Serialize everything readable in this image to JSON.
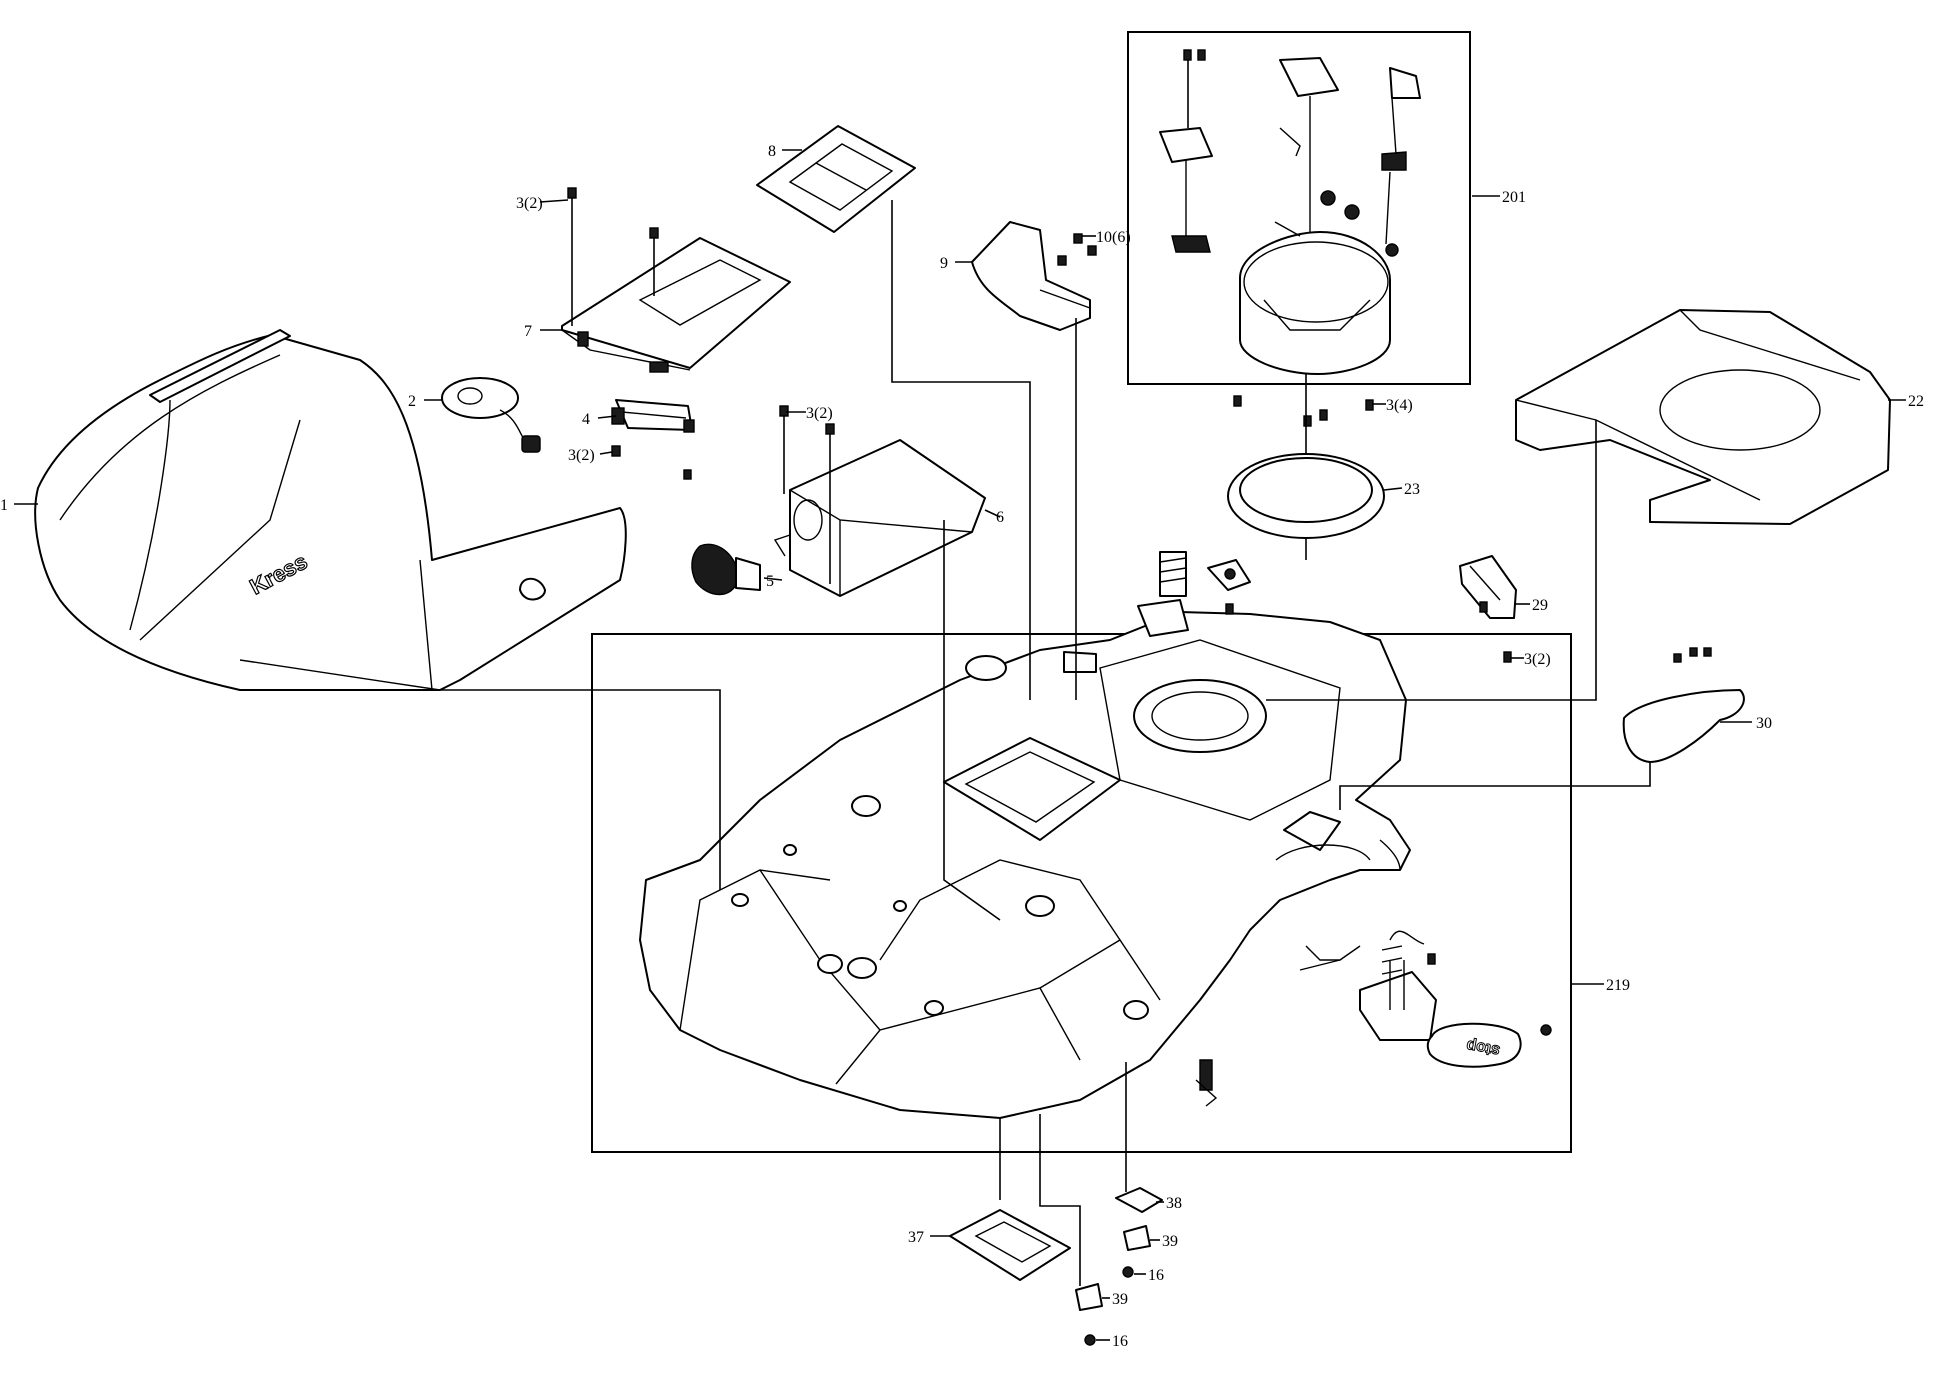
{
  "diagram": {
    "brand_logo": "Kress",
    "button_logo": "stop",
    "callouts": {
      "p1": "1",
      "p2": "2",
      "p3_a": "3(2)",
      "p3_b": "3(2)",
      "p3_c": "3(2)",
      "p3_d": "3(4)",
      "p3_e": "3(2)",
      "p4": "4",
      "p5": "5",
      "p6": "6",
      "p7": "7",
      "p8": "8",
      "p9": "9",
      "p10": "10(6)",
      "p16_a": "16",
      "p16_b": "16",
      "p22": "22",
      "p23": "23",
      "p29": "29",
      "p30": "30",
      "p37": "37",
      "p38": "38",
      "p39_a": "39",
      "p39_b": "39",
      "p201": "201",
      "p219": "219"
    }
  }
}
